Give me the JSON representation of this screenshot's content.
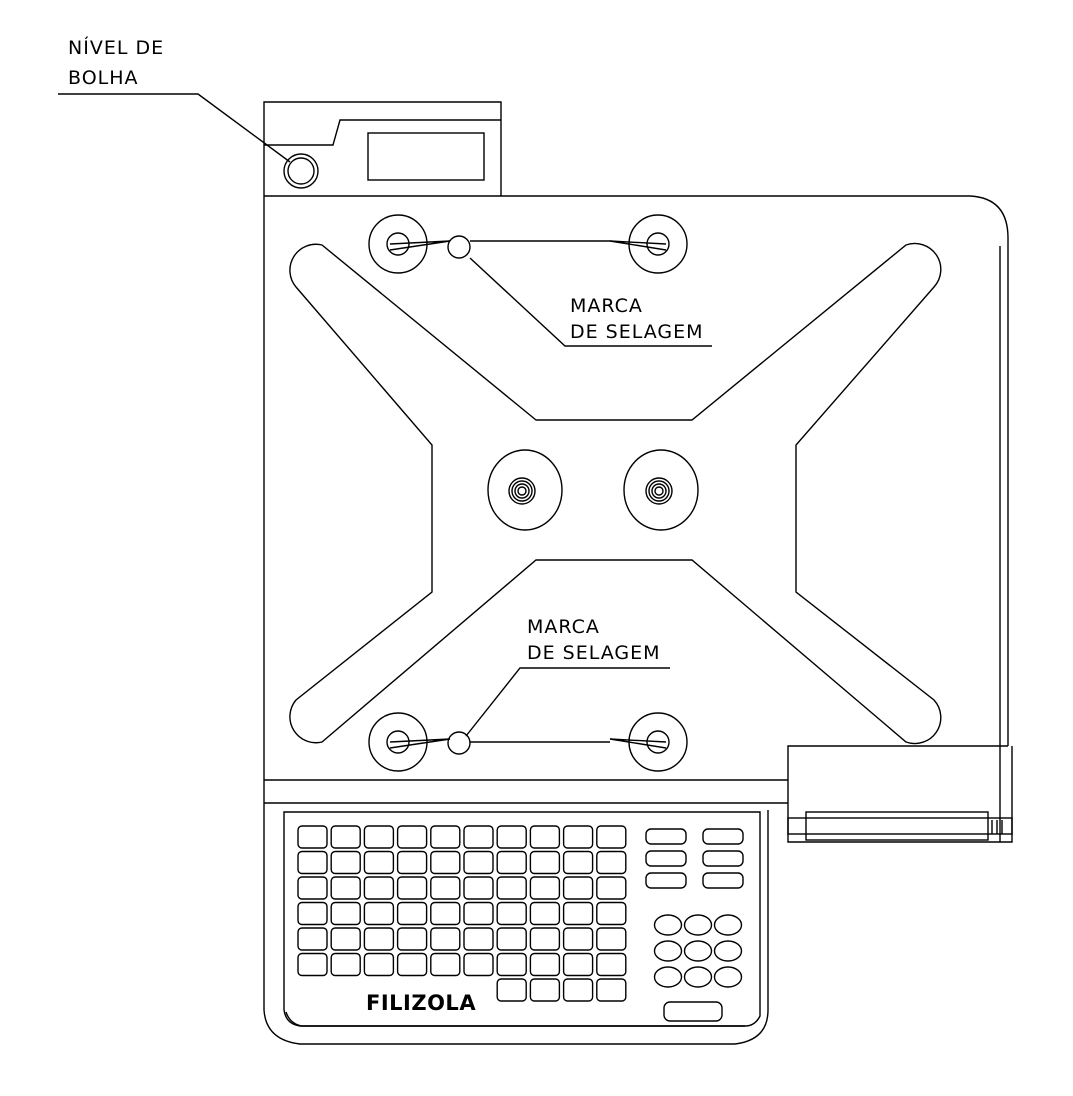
{
  "labels": {
    "bubble_level": [
      "NÍVEL  DE",
      "BOLHA"
    ],
    "seal_mark_top": [
      "MARCA",
      "DE  SELAGEM"
    ],
    "seal_mark_bottom": [
      "MARCA",
      "DE  SELAGEM"
    ]
  },
  "brand": "FILIZOLA",
  "keypad": {
    "main_grid": {
      "rows": 6,
      "cols": 10
    },
    "main_bottom_row_keys": 4,
    "function_keys": {
      "rows": 3,
      "cols": 2
    },
    "numeric_keys": {
      "rows": 3,
      "cols": 3
    }
  }
}
